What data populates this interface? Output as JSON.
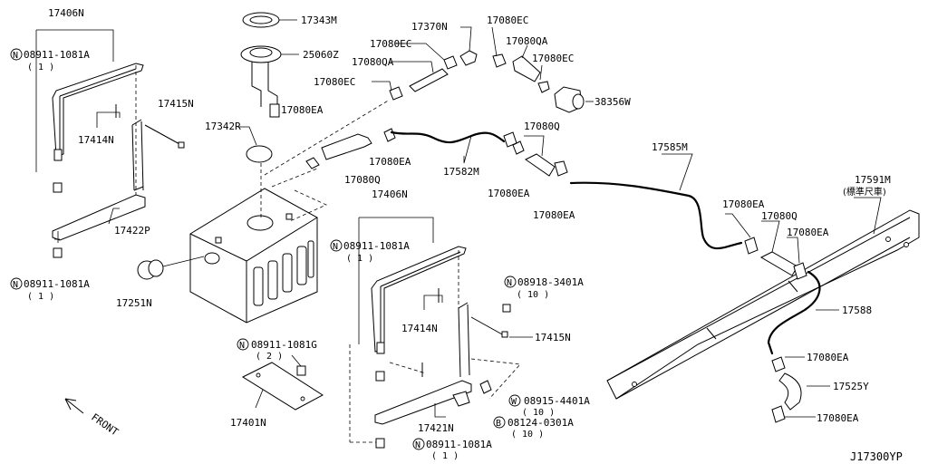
{
  "labels": {
    "p17406N_a": "17406N",
    "p17406N_b": "17406N",
    "p17343M": "17343M",
    "p25060Z": "25060Z",
    "p17370N": "17370N",
    "p17080EC_1": "17080EC",
    "p17080EC_2": "17080EC",
    "p17080EC_3": "17080EC",
    "p17080EC_4": "17080EC",
    "p17080QA_1": "17080QA",
    "p17080QA_2": "17080QA",
    "p38356W": "38356W",
    "p17415N_a": "17415N",
    "p17415N_b": "17415N",
    "p17414N_a": "17414N",
    "p17414N_b": "17414N",
    "p17342R": "17342R",
    "p17080EA_1": "17080EA",
    "p17080EA_2": "17080EA",
    "p17080EA_3": "17080EA",
    "p17080EA_4": "17080EA",
    "p17080EA_5": "17080EA",
    "p17080EA_6": "17080EA",
    "p17080EA_7": "17080EA",
    "p17080EA_8": "17080EA",
    "p17080Q_1": "17080Q",
    "p17080Q_2": "17080Q",
    "p17080Q_3": "17080Q",
    "p17582M": "17582M",
    "p17585M": "17585M",
    "p17591M": "17591M",
    "p17591M_note": "(標準尺車)",
    "p17422P": "17422P",
    "p17251N": "17251N",
    "p17588": "17588",
    "p17525Y": "17525Y",
    "p17401N": "17401N",
    "p17421N": "17421N",
    "bolt_a": "08911-1081A",
    "bolt_a_qty": "( 1 )",
    "bolt_b": "08911-1081A",
    "bolt_b_qty": "( 1 )",
    "bolt_c": "08911-1081A",
    "bolt_c_qty": "( 1 )",
    "bolt_d": "08911-1081A",
    "bolt_d_qty": "( 1 )",
    "bolt_g": "08911-1081G",
    "bolt_g_qty": "( 2 )",
    "nut_3401": "08918-3401A",
    "nut_3401_qty": "( 10 )",
    "washer_4401": "08915-4401A",
    "washer_4401_qty": "( 10 )",
    "bolt_0301": "08124-0301A",
    "bolt_0301_qty": "( 10 )",
    "front": "FRONT",
    "ref_code": "J17300YP"
  },
  "callout_letters": {
    "N": "N",
    "W": "W",
    "B": "B"
  },
  "icons": [
    "front-arrow-icon",
    "fuel-tank",
    "fuel-pump-unit",
    "filler-cap",
    "canister",
    "frame-member"
  ]
}
